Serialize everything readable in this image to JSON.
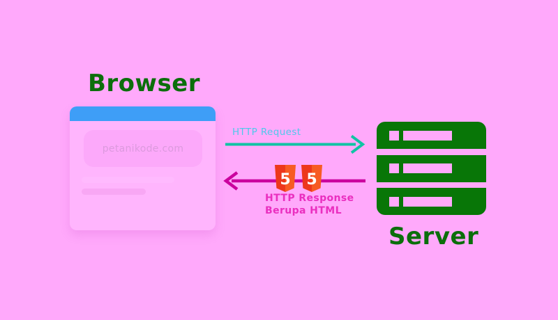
{
  "diagram": {
    "browser": {
      "title": "Browser",
      "address_text": "petanikode.com"
    },
    "server": {
      "title": "Server"
    },
    "request": {
      "label": "HTTP Request"
    },
    "response": {
      "label_line1": "HTTP Response",
      "label_line2": "Berupa HTML",
      "badge_text": "5"
    }
  },
  "colors": {
    "background": "#ffa9fb",
    "title_green": "#0b6e0b",
    "server_rack_green": "#087607",
    "browser_titlebar_blue": "#3e9ef7",
    "browser_window_bg": "#ffb5fd",
    "address_box_bg": "#fca9fa",
    "address_text": "#dc9ade",
    "content_bar_light": "#ffbafe",
    "content_bar_dark": "#f8a7f4",
    "request_arrow": "#10c4a4",
    "request_label": "#4ec9ea",
    "response_arrow": "#cb019e",
    "response_label": "#ea2fbf",
    "html5_orange_left": "#ed371c",
    "html5_orange_right": "#f75b23"
  }
}
